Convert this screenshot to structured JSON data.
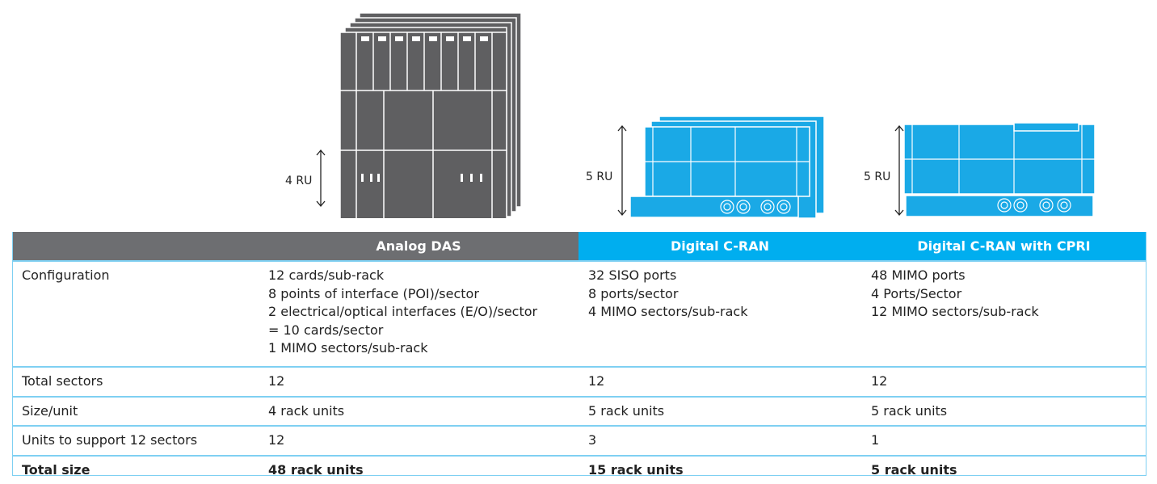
{
  "illustrations": [
    {
      "label": "4 RU",
      "color": "#5f5f61"
    },
    {
      "label": "5 RU",
      "color": "#1aa9e6"
    },
    {
      "label": "5 RU",
      "color": "#1aa9e6"
    }
  ],
  "table": {
    "headers": [
      "",
      "Analog DAS",
      "Digital C-RAN",
      "Digital C-RAN with CPRI"
    ],
    "header_colors": {
      "gray": "#6d6e71",
      "blue": "#00aeef"
    },
    "configuration": {
      "label": "Configuration",
      "analog": [
        "12 cards/sub-rack",
        "8 points of interface (POI)/sector",
        "2 electrical/optical interfaces (E/O)/sector",
        "= 10 cards/sector",
        "1 MIMO sectors/sub-rack"
      ],
      "cran": [
        "32 SISO ports",
        "8 ports/sector",
        "4 MIMO sectors/sub-rack"
      ],
      "cpri": [
        "48 MIMO ports",
        "4 Ports/Sector",
        "12 MIMO sectors/sub-rack"
      ]
    },
    "rows": [
      {
        "label": "Total sectors",
        "analog": "12",
        "cran": "12",
        "cpri": "12"
      },
      {
        "label": "Size/unit",
        "analog": "4 rack units",
        "cran": "5 rack units",
        "cpri": "5 rack units"
      },
      {
        "label": "Units to support 12 sectors",
        "analog": "12",
        "cran": "3",
        "cpri": "1"
      },
      {
        "label": "Total size",
        "analog": "48 rack units",
        "cran": "15 rack units",
        "cpri": "5 rack units"
      }
    ]
  }
}
